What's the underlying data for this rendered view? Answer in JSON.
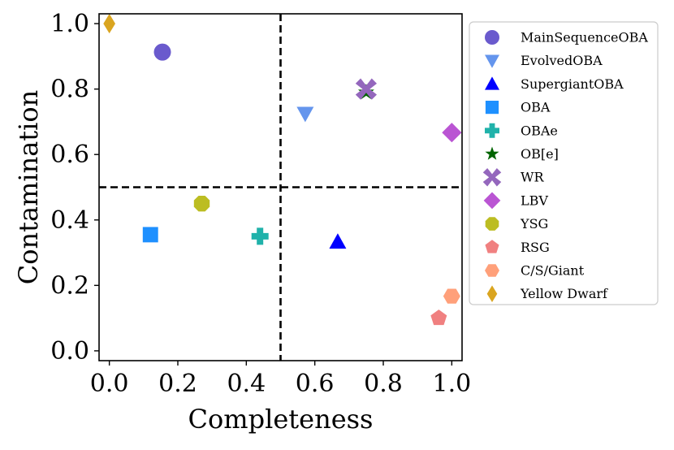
{
  "chart_data": {
    "type": "scatter",
    "xlabel": "Completeness",
    "ylabel": "Contamination",
    "xlim": [
      -0.03,
      1.03
    ],
    "ylim": [
      -0.03,
      1.03
    ],
    "xticks": [
      "0.0",
      "0.2",
      "0.4",
      "0.6",
      "0.8",
      "1.0"
    ],
    "yticks": [
      "0.0",
      "0.2",
      "0.4",
      "0.6",
      "0.8",
      "1.0"
    ],
    "xtick_values": [
      0.0,
      0.2,
      0.4,
      0.6,
      0.8,
      1.0
    ],
    "ytick_values": [
      0.0,
      0.2,
      0.4,
      0.6,
      0.8,
      1.0
    ],
    "reference_lines": {
      "x": 0.5,
      "y": 0.5,
      "style": "dashed"
    },
    "legend_position": "right-outside",
    "grid": false,
    "series": [
      {
        "name": "MainSequenceOBA",
        "marker": "circle",
        "color": "#6a5acd",
        "x": 0.155,
        "y": 0.913
      },
      {
        "name": "EvolvedOBA",
        "marker": "triangle-down",
        "color": "#6495ed",
        "x": 0.572,
        "y": 0.725
      },
      {
        "name": "SupergiantOBA",
        "marker": "triangle-up",
        "color": "#0000ff",
        "x": 0.667,
        "y": 0.333
      },
      {
        "name": "OBA",
        "marker": "square",
        "color": "#1e90ff",
        "x": 0.12,
        "y": 0.355
      },
      {
        "name": "OBAe",
        "marker": "plus",
        "color": "#20b2aa",
        "x": 0.44,
        "y": 0.35
      },
      {
        "name": "OB[e]",
        "marker": "star",
        "color": "#006400",
        "x": 0.75,
        "y": 0.79
      },
      {
        "name": "WR",
        "marker": "x",
        "color": "#9467bd",
        "x": 0.75,
        "y": 0.8
      },
      {
        "name": "LBV",
        "marker": "diamond",
        "color": "#ba55d3",
        "x": 1.0,
        "y": 0.667
      },
      {
        "name": "YSG",
        "marker": "octagon",
        "color": "#bcbd22",
        "x": 0.27,
        "y": 0.45
      },
      {
        "name": "RSG",
        "marker": "pentagon",
        "color": "#f08080",
        "x": 0.962,
        "y": 0.1
      },
      {
        "name": "C/S/Giant",
        "marker": "hexagon",
        "color": "#ffa07a",
        "x": 1.0,
        "y": 0.167
      },
      {
        "name": "Yellow Dwarf",
        "marker": "thin-diamond",
        "color": "#daa520",
        "x": 0.0,
        "y": 1.0
      }
    ]
  }
}
